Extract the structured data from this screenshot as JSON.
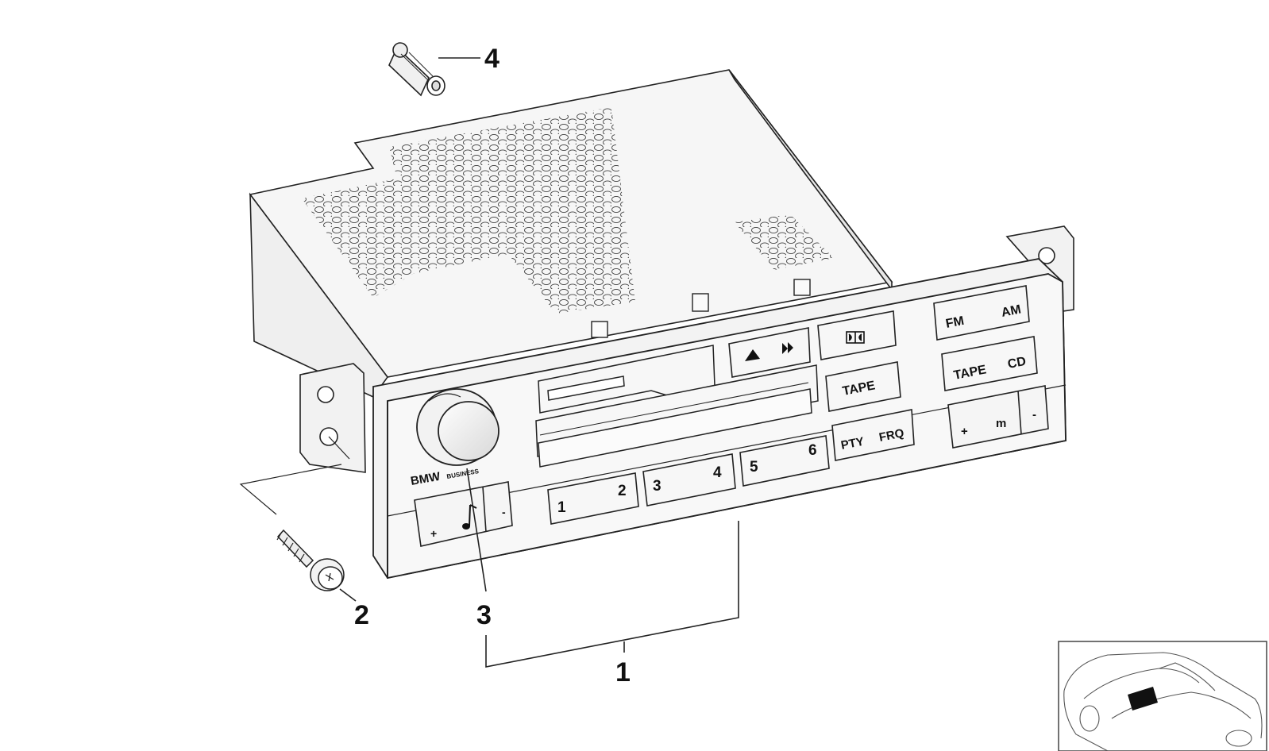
{
  "diagram": {
    "callouts": [
      "1",
      "2",
      "3",
      "4"
    ],
    "brand": {
      "name": "BMW",
      "line": "BUSINESS"
    },
    "buttons": {
      "fm": "FM",
      "am": "AM",
      "tape_band": "TAPE",
      "cd": "CD",
      "tape_eject": "TAPE",
      "pty": "PTY",
      "frq": "FRQ",
      "vol_plus": "+",
      "vol_minus": "-",
      "m_plus": "+",
      "m_label": "m",
      "m_minus": "-",
      "presets": [
        {
          "left": "1",
          "right": "2"
        },
        {
          "left": "3",
          "right": "4"
        },
        {
          "left": "5",
          "right": "6"
        }
      ]
    },
    "icons": [
      "play-forward-icon",
      "dolby-icon",
      "music-note-icon",
      "car-thumbnail-icon"
    ]
  }
}
